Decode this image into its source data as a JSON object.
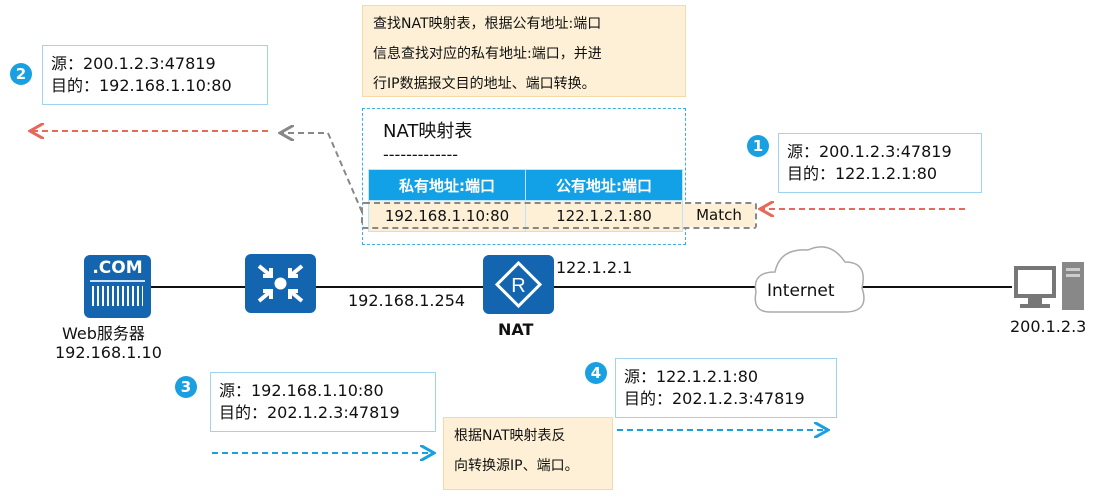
{
  "top_note": [
    "查找NAT映射表，根据公有地址:端口",
    "信息查找对应的私有地址:端口，并进",
    "行IP数据报文目的地址、端口转换。"
  ],
  "nat_table": {
    "title": "NAT映射表",
    "separator": "-------------",
    "headers": [
      "私有地址:端口",
      "公有地址:端口"
    ],
    "row": [
      "192.168.1.10:80",
      "122.1.2.1:80"
    ],
    "match": "Match"
  },
  "steps": [
    {
      "num": "1",
      "src": "源：200.1.2.3:47819",
      "dst": "目的：122.1.2.1:80"
    },
    {
      "num": "2",
      "src": "源：200.1.2.3:47819",
      "dst": "目的：192.168.1.10:80"
    },
    {
      "num": "3",
      "src": "源：192.168.1.10:80",
      "dst": "目的：202.1.2.3:47819"
    },
    {
      "num": "4",
      "src": "源：122.1.2.1:80",
      "dst": "目的：202.1.2.3:47819"
    }
  ],
  "bottom_note": [
    "根据NAT映射表反",
    "向转换源IP、端口。"
  ],
  "devices": {
    "server_icon_text": ".COM",
    "server_name": "Web服务器",
    "server_ip": "192.168.1.10",
    "nat_inside_ip": "192.168.1.254",
    "nat_name": "NAT",
    "nat_outside_ip": "122.1.2.1",
    "internet": "Internet",
    "client_ip": "200.1.2.3"
  },
  "colors": {
    "accent": "#12a1e6",
    "device": "#1465b0",
    "inbound": "#e8685a",
    "outbound": "#1aa0e0",
    "note": "#fdf0d6"
  }
}
